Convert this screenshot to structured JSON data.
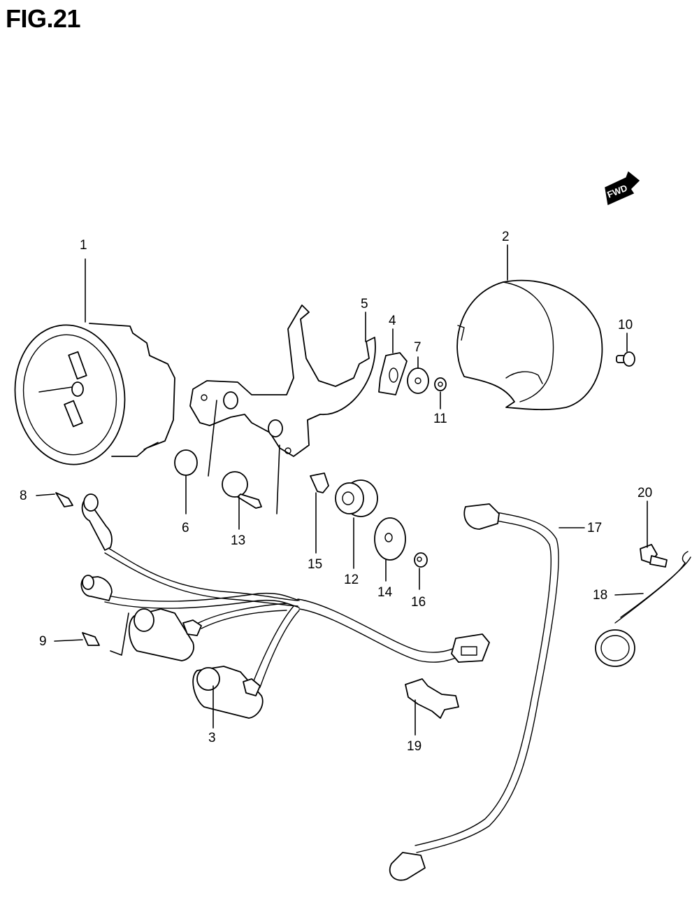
{
  "figure": {
    "title": "FIG.21",
    "direction_badge": "FWD"
  },
  "callouts": [
    {
      "id": "1",
      "label": "1"
    },
    {
      "id": "2",
      "label": "2"
    },
    {
      "id": "3",
      "label": "3"
    },
    {
      "id": "4",
      "label": "4"
    },
    {
      "id": "5",
      "label": "5"
    },
    {
      "id": "6",
      "label": "6"
    },
    {
      "id": "7",
      "label": "7"
    },
    {
      "id": "8",
      "label": "8"
    },
    {
      "id": "9",
      "label": "9"
    },
    {
      "id": "10",
      "label": "10"
    },
    {
      "id": "11",
      "label": "11"
    },
    {
      "id": "12",
      "label": "12"
    },
    {
      "id": "13",
      "label": "13"
    },
    {
      "id": "14",
      "label": "14"
    },
    {
      "id": "15",
      "label": "15"
    },
    {
      "id": "16",
      "label": "16"
    },
    {
      "id": "17",
      "label": "17"
    },
    {
      "id": "18",
      "label": "18"
    },
    {
      "id": "19",
      "label": "19"
    },
    {
      "id": "20",
      "label": "20"
    }
  ]
}
